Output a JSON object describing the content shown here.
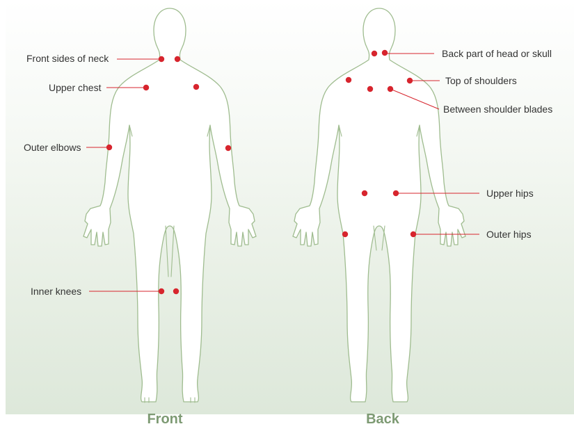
{
  "figures": {
    "front_caption": "Front",
    "back_caption": "Back"
  },
  "labels": {
    "front_sides_of_neck": "Front sides of neck",
    "upper_chest": "Upper chest",
    "outer_elbows": "Outer elbows",
    "inner_knees": "Inner knees",
    "back_of_head": "Back part of head or skull",
    "top_of_shoulders": "Top of shoulders",
    "between_shoulder_blades": "Between shoulder blades",
    "upper_hips": "Upper hips",
    "outer_hips": "Outer hips"
  },
  "colors": {
    "marker": "#d7252e",
    "outline": "#9fbc8f",
    "caption": "#7d9a73"
  }
}
